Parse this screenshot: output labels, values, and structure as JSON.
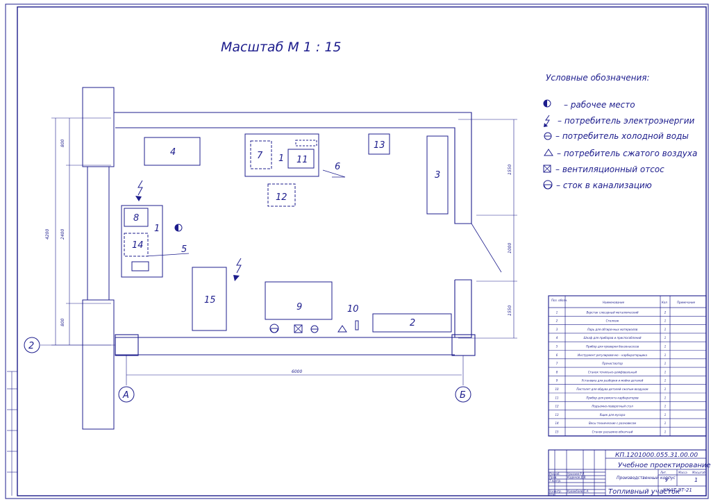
{
  "title": "Масштаб М 1 : 15",
  "legend": {
    "heading": "Условные обозначения:",
    "items": [
      {
        "icon": "half-filled-circle-icon",
        "text": "– рабочее место"
      },
      {
        "icon": "lightning-arrow-icon",
        "text": "– потребитель электроэнергии"
      },
      {
        "icon": "circle-line-icon",
        "text": "– потребитель холодной воды"
      },
      {
        "icon": "triangle-icon",
        "text": "– потребитель сжатого воздуха"
      },
      {
        "icon": "ventilation-box-icon",
        "text": "– вентиляционный отсос"
      },
      {
        "icon": "drain-circle-icon",
        "text": "– сток в канализацию"
      }
    ]
  },
  "equipment_labels": {
    "e4": "4",
    "e7": "7",
    "e1a": "1",
    "e11": "11",
    "e6": "6",
    "e13": "13",
    "e3": "3",
    "e12": "12",
    "e8": "8",
    "e1b": "1",
    "e14": "14",
    "e5": "5",
    "e15": "15",
    "e9": "9",
    "e10": "10",
    "e2": "2"
  },
  "dimensions": {
    "d800a": "800",
    "d4200": "4200",
    "d2400": "2400",
    "d800b": "800",
    "d1550a": "1550",
    "d1000": "1000",
    "d1550b": "1550",
    "d6000": "6000"
  },
  "axes": {
    "row": "2",
    "col_a": "А",
    "col_b": "Б"
  },
  "spec_table": {
    "headers": [
      "Поз. обозн.",
      "Наименование",
      "Кол",
      "Примечание"
    ],
    "rows": [
      [
        "1",
        "Верстак слесарный металлический",
        "2",
        ""
      ],
      [
        "2",
        "Стеллаж",
        "1",
        ""
      ],
      [
        "3",
        "Ларь для обтирочных материалов",
        "1",
        ""
      ],
      [
        "4",
        "Шкаф для приборов и приспособлений",
        "1",
        ""
      ],
      [
        "5",
        "Прибор для проверки бензонасосов",
        "1",
        ""
      ],
      [
        "6",
        "Инструмент регулировочно – карбюраторщика",
        "1",
        ""
      ],
      [
        "7",
        "Прочистиатор",
        "1",
        ""
      ],
      [
        "8",
        "Станок точильно-шлифовальный",
        "1",
        ""
      ],
      [
        "9",
        "Установка для разборки и мойки деталей",
        "1",
        ""
      ],
      [
        "10",
        "Пистолет для обдува деталей сжатым воздухом",
        "1",
        ""
      ],
      [
        "11",
        "Прибор для ремонта карбюраторов",
        "1",
        ""
      ],
      [
        "12",
        "Подъемно-поворотный стул",
        "1",
        ""
      ],
      [
        "13",
        "Ящик для мусора",
        "1",
        ""
      ],
      [
        "14",
        "Весы технические с разновесом",
        "1",
        ""
      ],
      [
        "15",
        "Станок разъемно-обкатный",
        "1",
        ""
      ]
    ]
  },
  "title_block": {
    "code": "КП.1201000.055.31.00.00",
    "project": "Учебное проектирование",
    "subject": "Производственный корпус",
    "lit": "У",
    "sheet": "1",
    "org": "ККАТ ЭТ-21",
    "name": "Топливный участок",
    "col_headers": [
      "Лит.",
      "Масса",
      "Масштаб"
    ],
    "roles": [
      "Разраб.",
      "Пров.",
      "Т.контр.",
      "Н.контр.",
      "Утв."
    ],
    "people": [
      "Уразаев Р.Р.",
      "Каденов Д.В.",
      "Кувакбаев С.А."
    ]
  }
}
